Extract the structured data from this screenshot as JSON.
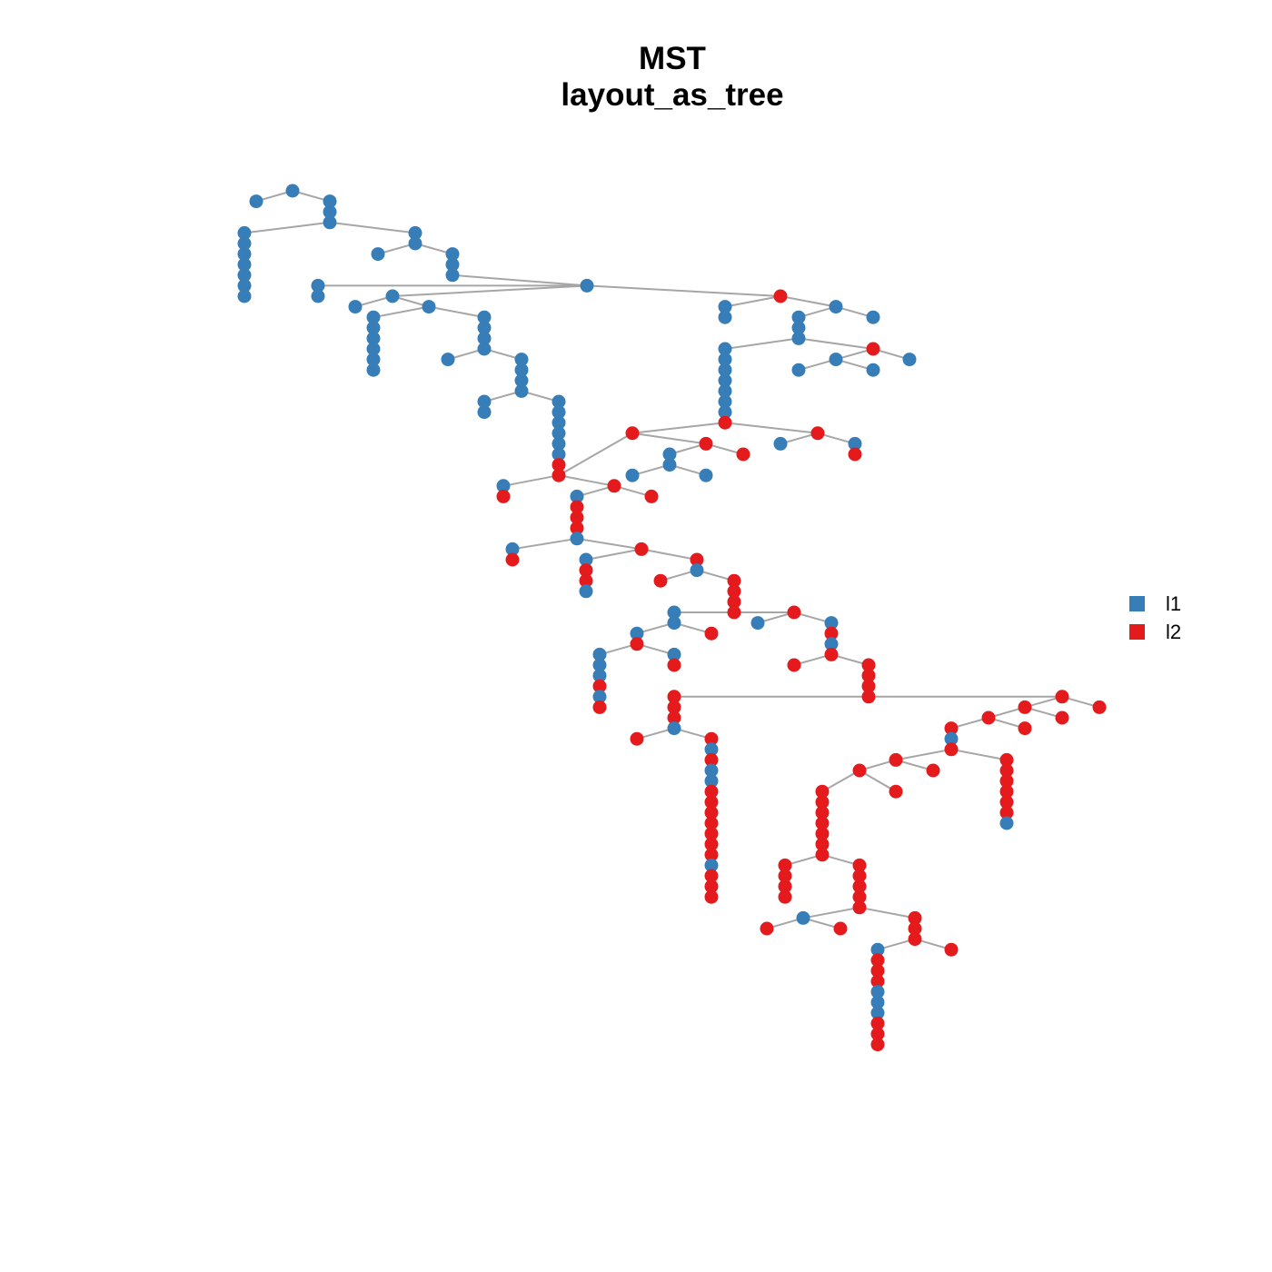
{
  "title": {
    "line1": "MST",
    "line2": "layout_as_tree"
  },
  "legend": {
    "position": "right",
    "items": [
      {
        "label": "l1",
        "color": "#377eb8"
      },
      {
        "label": "l2",
        "color": "#e41a1c"
      }
    ]
  },
  "colors": {
    "l1": "#377eb8",
    "l2": "#e41a1c",
    "edge": "#a6a6a6",
    "background": "#ffffff"
  }
}
